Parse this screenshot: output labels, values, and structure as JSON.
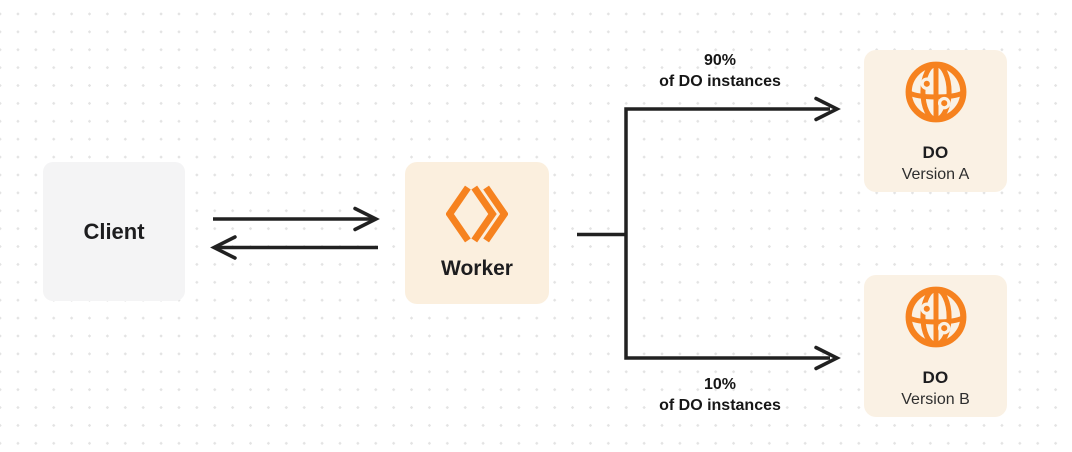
{
  "nodes": {
    "client": {
      "label": "Client"
    },
    "worker": {
      "label": "Worker",
      "icon": "workers-brackets-icon"
    },
    "do_a": {
      "title": "DO",
      "subtitle": "Version A",
      "icon": "globe-icon"
    },
    "do_b": {
      "title": "DO",
      "subtitle": "Version B",
      "icon": "globe-icon"
    }
  },
  "edges": {
    "client_worker": {
      "direction": "bidirectional"
    },
    "top_branch": {
      "label_line1": "90%",
      "label_line2": "of DO instances"
    },
    "bottom_branch": {
      "label_line1": "10%",
      "label_line2": "of DO instances"
    }
  },
  "colors": {
    "accent_orange": "#F6821F",
    "line_color": "#212121",
    "client_box_bg": "#F4F4F5",
    "worker_box_bg": "#FBEFDE",
    "do_box_bg": "#FAF1E4",
    "dot_color": "#E3E3E3",
    "text_dark": "#1D1D1F",
    "canvas_bg": "#FFFFFF"
  }
}
